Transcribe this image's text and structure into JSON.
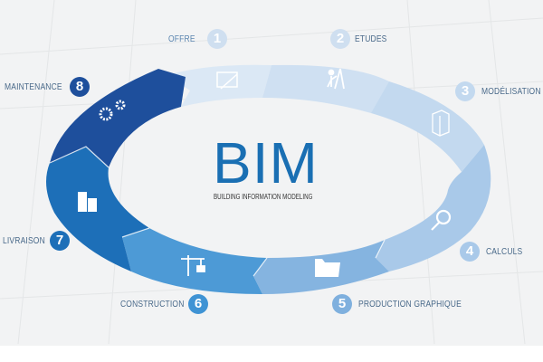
{
  "diagram": {
    "title": "BIM",
    "subtitle": "BUILDING INFORMATION MODELING",
    "steps": [
      {
        "number": "1",
        "label": "OFFRE",
        "icon": "drawing-tablet-icon",
        "color": "#dbe8f5"
      },
      {
        "number": "2",
        "label": "ETUDES",
        "icon": "surveyor-icon",
        "color": "#cfe0f2"
      },
      {
        "number": "3",
        "label": "MODÉLISATION",
        "icon": "3d-model-icon",
        "color": "#c3d9ef"
      },
      {
        "number": "4",
        "label": "CALCULS",
        "icon": "magnifier-icon",
        "color": "#a9c9e9"
      },
      {
        "number": "5",
        "label": "PRODUCTION GRAPHIQUE",
        "icon": "folder-icon",
        "color": "#85b4e0"
      },
      {
        "number": "6",
        "label": "CONSTRUCTION",
        "icon": "crane-icon",
        "color": "#4d9ad6"
      },
      {
        "number": "7",
        "label": "LIVRAISON",
        "icon": "buildings-icon",
        "color": "#1d6fb8"
      },
      {
        "number": "8",
        "label": "MAINTENANCE",
        "icon": "gears-icon",
        "color": "#1e4f9c"
      }
    ]
  }
}
